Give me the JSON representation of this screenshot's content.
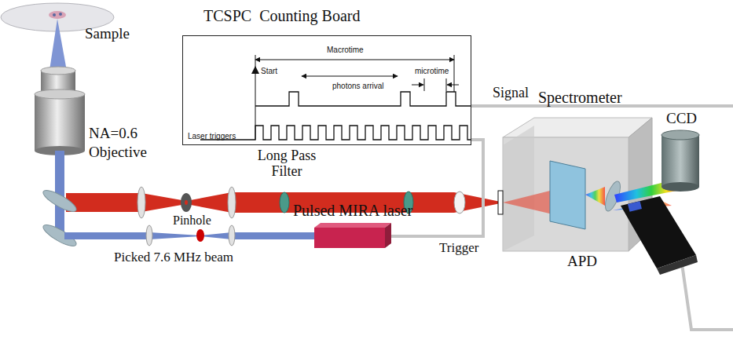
{
  "diagram": {
    "nodes": [
      {
        "text": [
          "TCSPC  Counting Board",
          "Macrotime",
          "Start",
          "photons arrival",
          "microtime",
          "Laser triggers"
        ]
      },
      {
        "text": [
          "Pulsed MIRA laser"
        ]
      },
      {
        "text": [
          "Spectrometer"
        ]
      }
    ],
    "edges": [
      {
        "from": 1,
        "to": 0,
        "arrow": "none",
        "label": "Trigger"
      }
    ],
    "labels": [
      "Sample",
      "NA=0.6 Objective",
      "Long Pass Filter",
      "Pinhole",
      "Picked 7.6 MHz beam",
      "Signal",
      "CCD",
      "APD"
    ]
  }
}
